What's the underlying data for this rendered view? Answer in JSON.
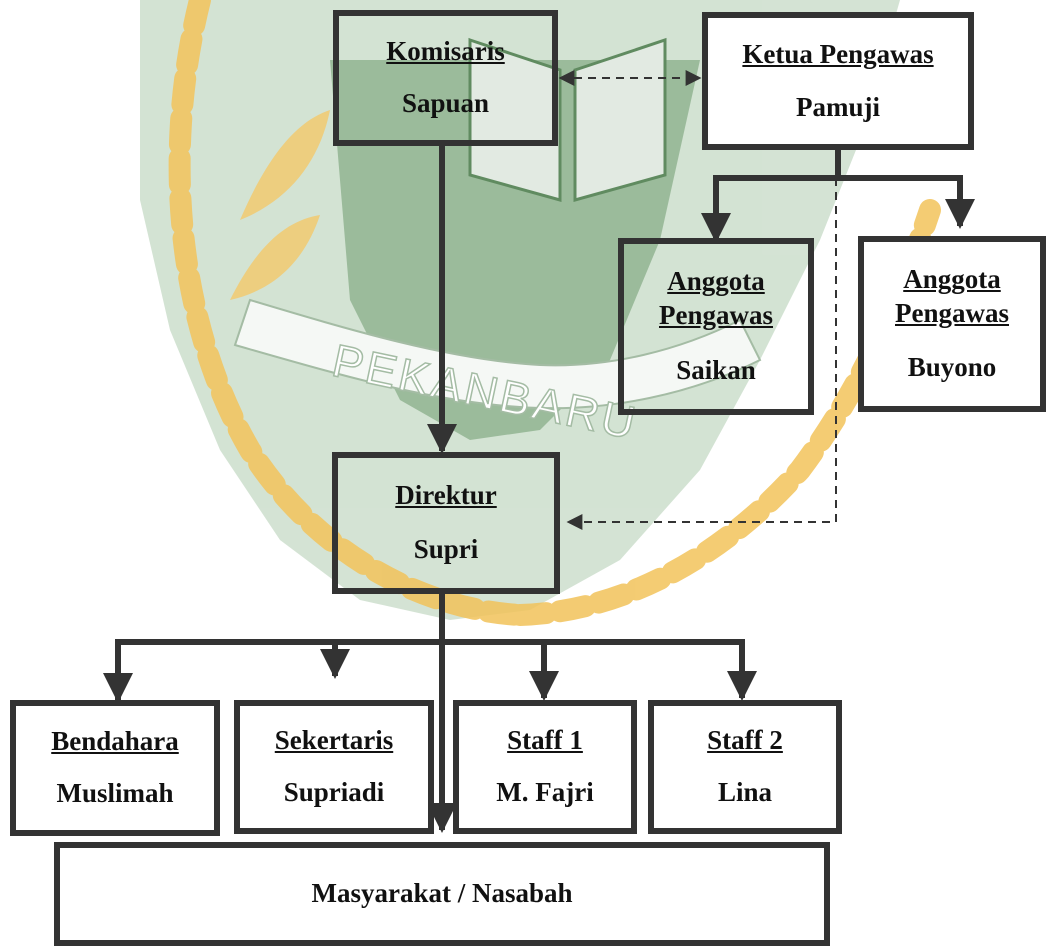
{
  "watermark": {
    "text": "PEKANBARU",
    "green": "#5f8f5f",
    "light_green": "#cfe0cf",
    "gold": "#f2c35a"
  },
  "line_color": "#333333",
  "nodes": {
    "komisaris": {
      "title": "Komisaris",
      "name": "Sapuan"
    },
    "ketua_pengawas": {
      "title": "Ketua Pengawas",
      "name": "Pamuji"
    },
    "anggota_pengawas_1": {
      "title_line1": "Anggota",
      "title_line2": "Pengawas",
      "name": "Saikan"
    },
    "anggota_pengawas_2": {
      "title_line1": "Anggota",
      "title_line2": "Pengawas",
      "name": "Buyono"
    },
    "direktur": {
      "title": "Direktur",
      "name": "Supri"
    },
    "bendahara": {
      "title": "Bendahara",
      "name": "Muslimah"
    },
    "sekertaris": {
      "title": "Sekertaris",
      "name": "Supriadi"
    },
    "staff1": {
      "title": "Staff 1",
      "name": "M. Fajri"
    },
    "staff2": {
      "title": "Staff 2",
      "name": "Lina"
    },
    "masyarakat": {
      "label": "Masyarakat / Nasabah"
    }
  }
}
